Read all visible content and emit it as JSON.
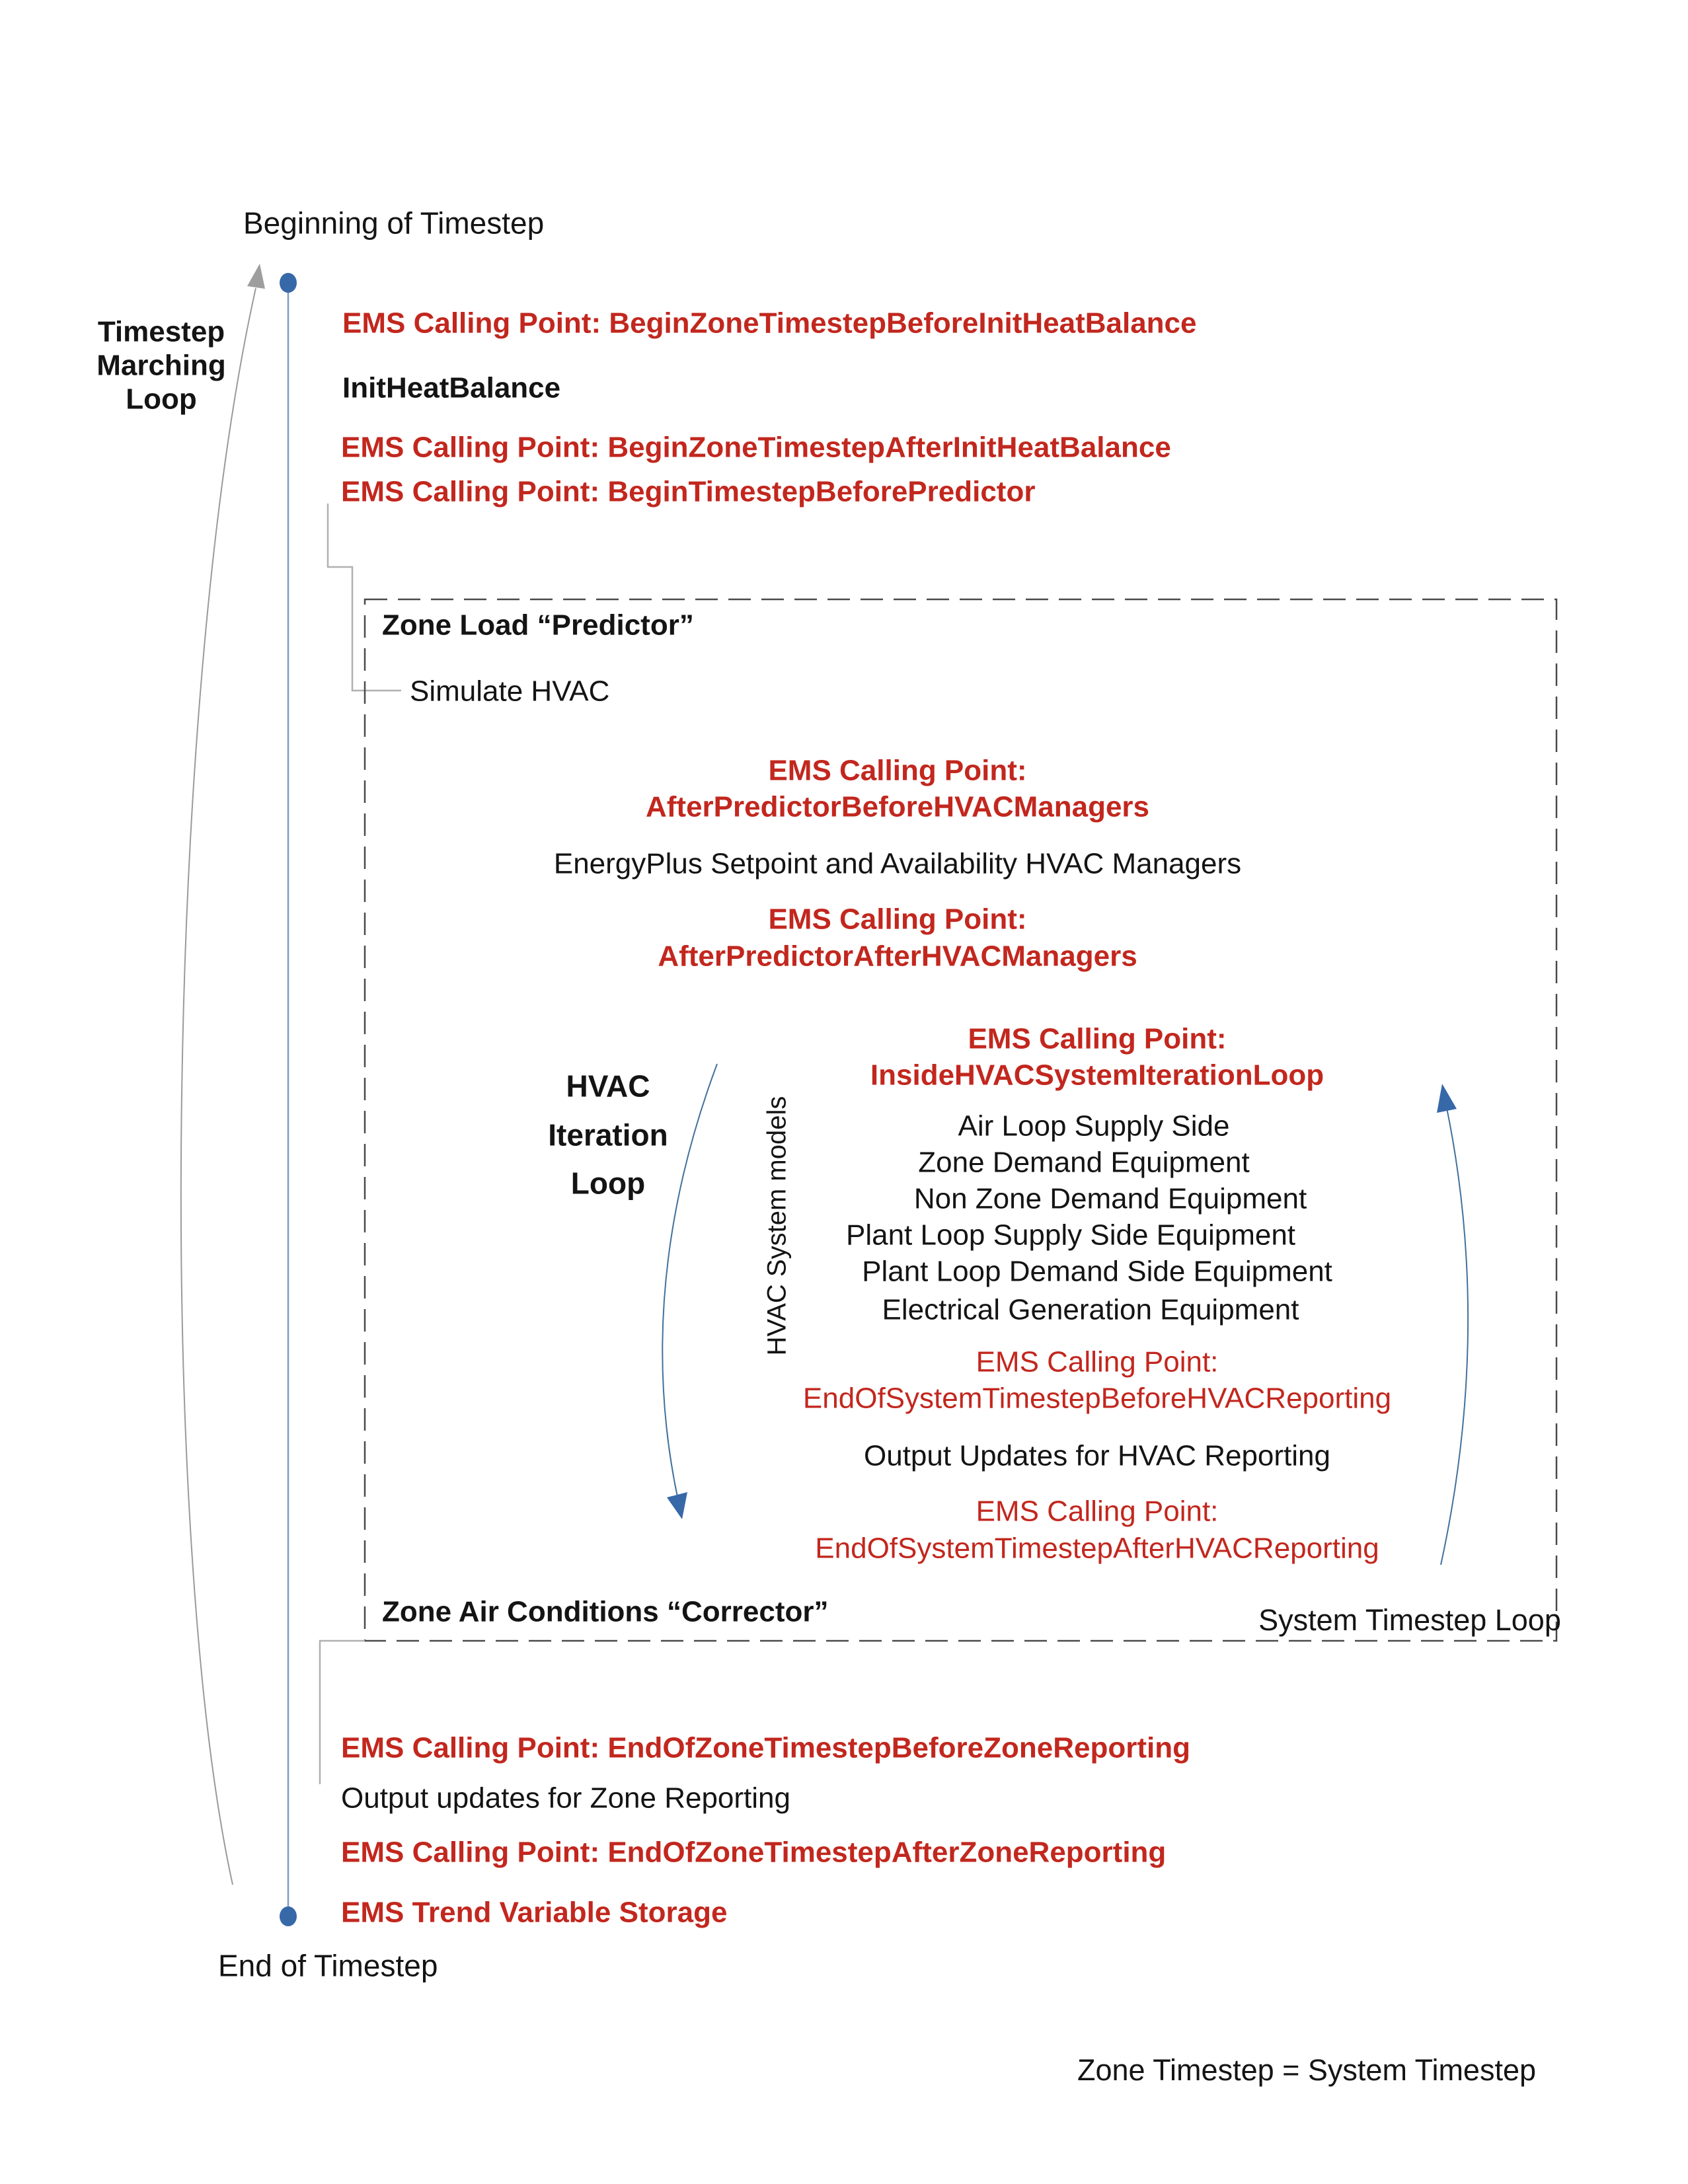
{
  "colors": {
    "ems_red": "#c2271e",
    "loop_blue": "#41719c",
    "node_blue": "#3768a8",
    "connector_gray": "#9e9e9e"
  },
  "labels": {
    "beginning_of_timestep": "Beginning of Timestep",
    "timestep_marching_loop": "Timestep Marching Loop",
    "end_of_timestep": "End of Timestep",
    "zone_timestep_note": "Zone Timestep = System Timestep"
  },
  "zone_timestep_sequence": {
    "cp_begin_before_init": "EMS Calling Point: BeginZoneTimestepBeforeInitHeatBalance",
    "init_heat_balance": "InitHeatBalance",
    "cp_begin_after_init": "EMS Calling Point: BeginZoneTimestepAfterInitHeatBalance",
    "cp_begin_before_predictor": "EMS Calling Point: BeginTimestepBeforePredictor"
  },
  "system_box": {
    "zone_load_predictor": "Zone Load “Predictor”",
    "simulate_hvac": "Simulate HVAC",
    "cp_after_predictor_before_hvac_managers": [
      "EMS Calling Point:",
      "AfterPredictorBeforeHVACManagers"
    ],
    "hvac_managers": "EnergyPlus Setpoint and Availability HVAC Managers",
    "cp_after_predictor_after_hvac_managers": [
      "EMS Calling Point:",
      "AfterPredictorAfterHVACManagers"
    ],
    "cp_inside_hvac_iteration": [
      "EMS Calling Point:",
      "InsideHVACSystemIterationLoop"
    ],
    "hvac_iteration_loop": "HVAC Iteration Loop",
    "hvac_system_models": "HVAC System models",
    "equipment": [
      "Air Loop Supply Side",
      "Zone Demand Equipment",
      "Non Zone Demand Equipment",
      "Plant Loop Supply Side Equipment",
      "Plant Loop Demand Side Equipment",
      "Electrical Generation Equipment"
    ],
    "cp_end_system_before_reporting": [
      "EMS Calling Point:",
      "EndOfSystemTimestepBeforeHVACReporting"
    ],
    "output_updates_hvac": "Output Updates for HVAC Reporting",
    "cp_end_system_after_reporting": [
      "EMS Calling Point:",
      "EndOfSystemTimestepAfterHVACReporting"
    ],
    "zone_air_corrector": "Zone Air Conditions “Corrector”",
    "system_timestep_loop": "System Timestep Loop"
  },
  "zone_end_sequence": {
    "cp_end_zone_before_reporting": "EMS Calling Point: EndOfZoneTimestepBeforeZoneReporting",
    "output_updates_zone": "Output updates for Zone Reporting",
    "cp_end_zone_after_reporting": "EMS Calling Point: EndOfZoneTimestepAfterZoneReporting",
    "ems_trend_storage": "EMS Trend Variable Storage"
  }
}
